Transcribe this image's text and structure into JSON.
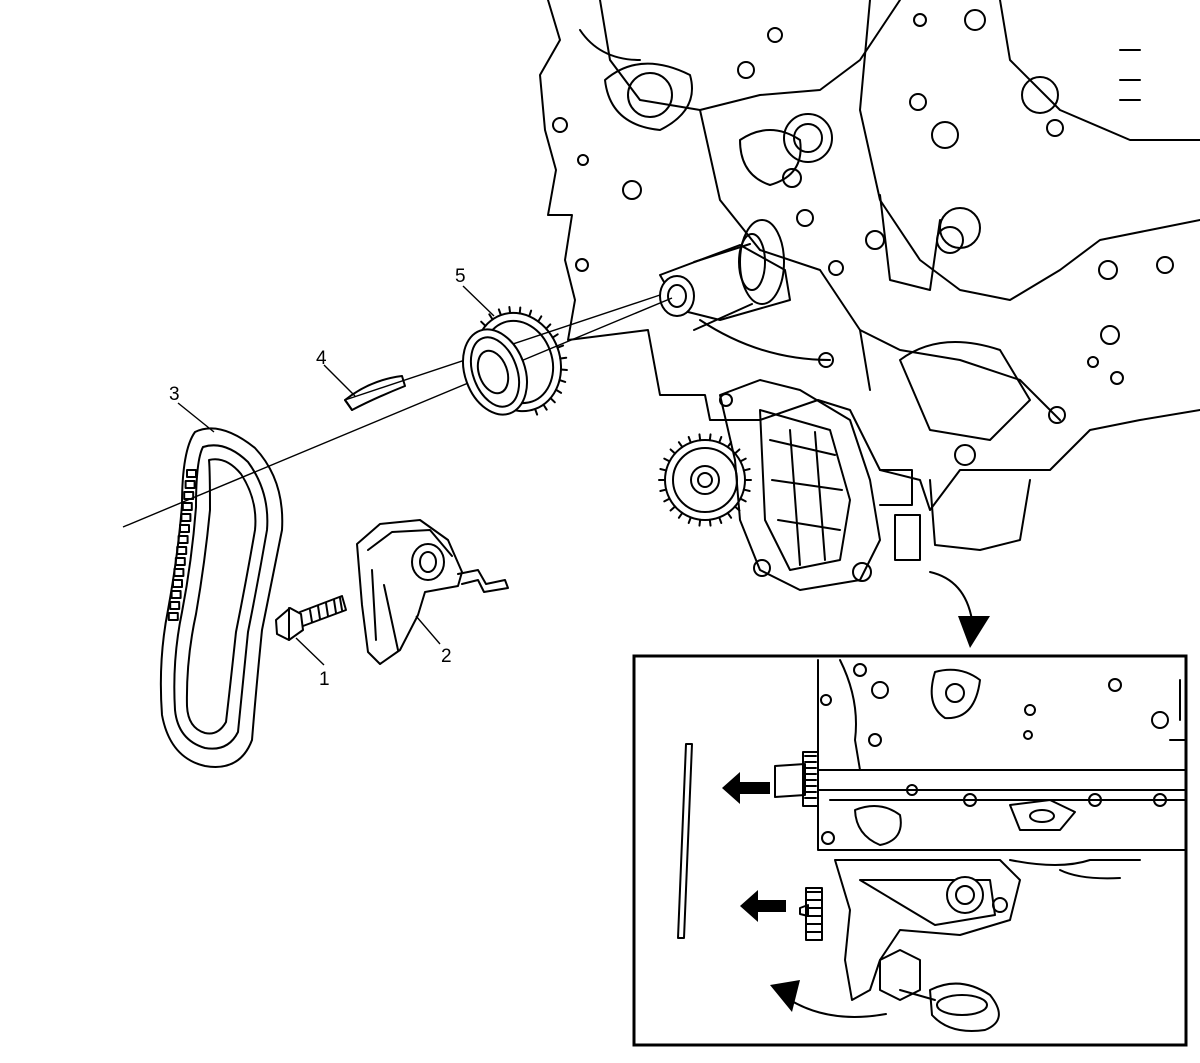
{
  "callouts": {
    "bolt": "1",
    "tensioner": "2",
    "chain": "3",
    "key": "4",
    "sprocket": "5"
  },
  "colors": {
    "line": "#000000",
    "background": "#ffffff"
  },
  "icons": [
    "curved-arrow-icon",
    "left-arrow-icon"
  ]
}
